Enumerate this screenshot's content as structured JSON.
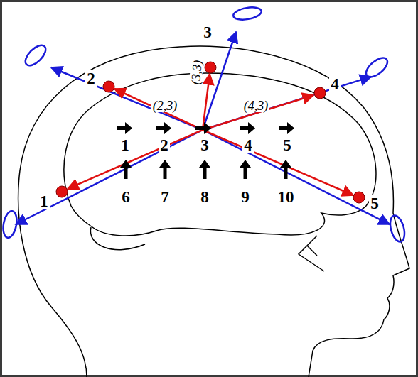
{
  "diagram": {
    "labels": [
      "3",
      "2",
      "(3,3)",
      "(2,3)",
      "(4,3)",
      "4",
      "1",
      "2",
      "3",
      "4",
      "5",
      "6",
      "7",
      "8",
      "9",
      "10",
      "1",
      "5"
    ]
  }
}
